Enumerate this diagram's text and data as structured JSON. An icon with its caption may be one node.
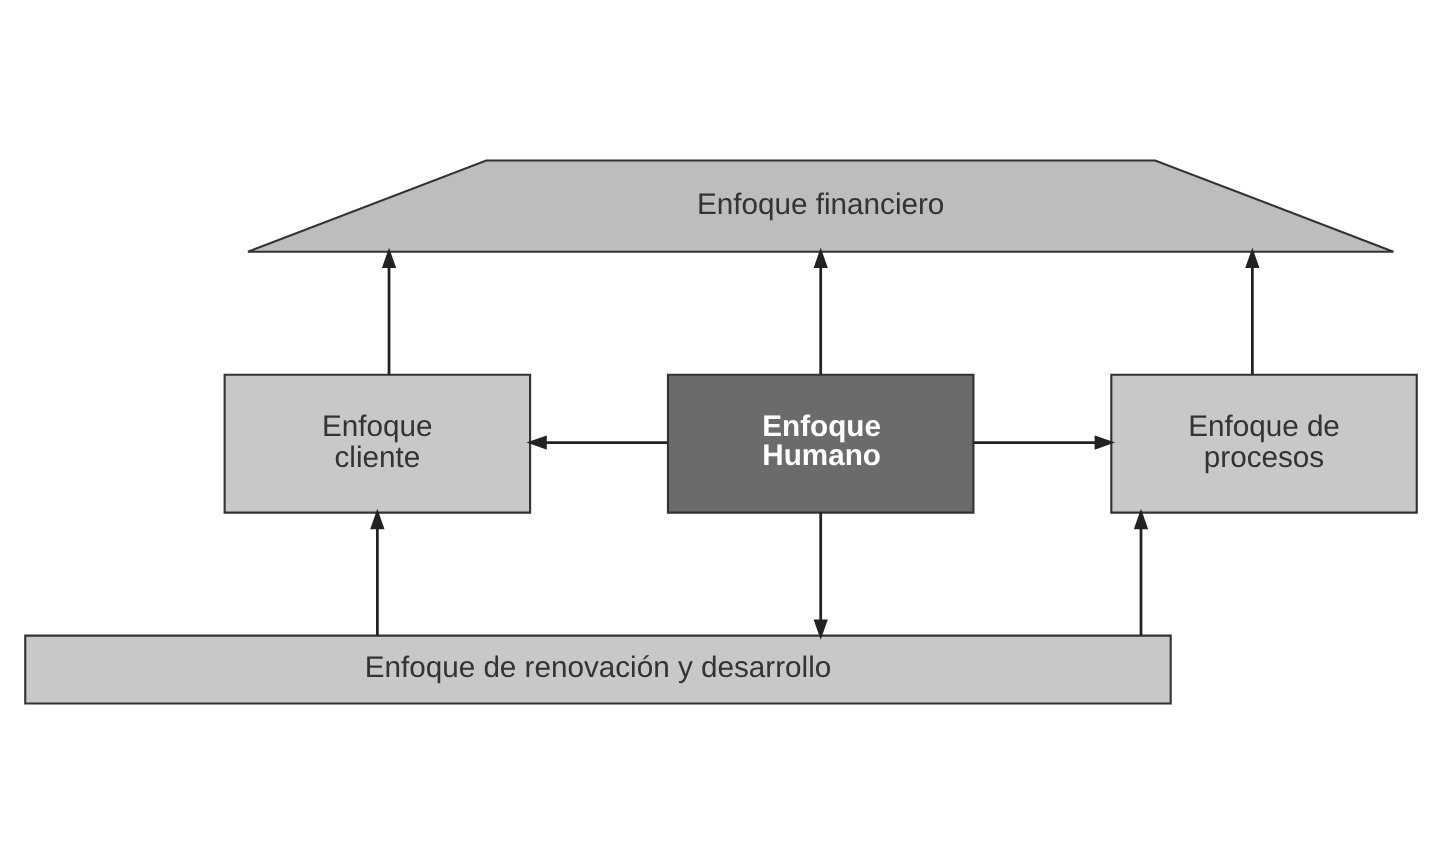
{
  "diagram": {
    "nodes": [
      {
        "text": [
          "Enfoque financiero"
        ]
      },
      {
        "text": [
          "Enfoque cliente"
        ]
      },
      {
        "text": [
          "Enfoque Humano"
        ]
      },
      {
        "text": [
          "Enfoque de procesos"
        ]
      },
      {
        "text": [
          "Enfoque de renovación y desarrollo"
        ]
      }
    ],
    "edges": [
      {
        "from": 1,
        "to": 0,
        "arrow": "to"
      },
      {
        "from": 2,
        "to": 0,
        "arrow": "to"
      },
      {
        "from": 3,
        "to": 0,
        "arrow": "to"
      },
      {
        "from": 2,
        "to": 1,
        "arrow": "to"
      },
      {
        "from": 2,
        "to": 3,
        "arrow": "to"
      },
      {
        "from": 4,
        "to": 1,
        "arrow": "to"
      },
      {
        "from": 4,
        "to": 3,
        "arrow": "to"
      },
      {
        "from": 2,
        "to": 4,
        "arrow": "to"
      }
    ]
  }
}
